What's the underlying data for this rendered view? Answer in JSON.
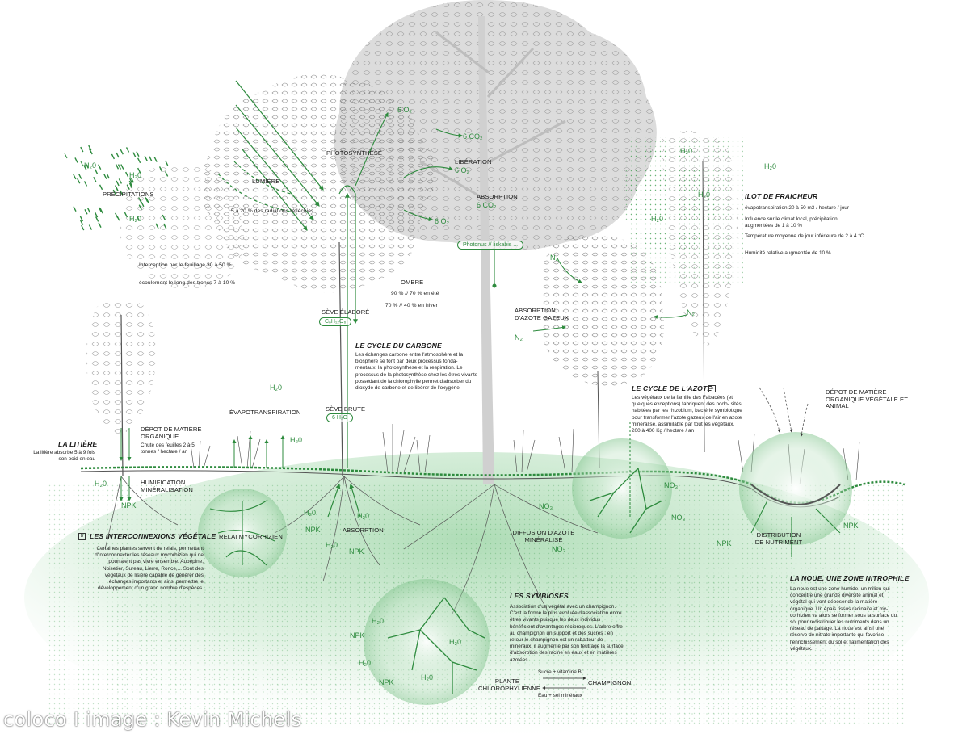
{
  "credit": "coloco I image : Kevin Michels",
  "atmosphere": {
    "photosynthese": "PHOTOSYNTHÈSE",
    "lumiere": "LUMIÈRE",
    "radiations": "5 à 20 % des radiations réfléchies",
    "precipitations": "PRÉCIPITATIONS",
    "interception": "Interception par le feuillage 30 à 50 %",
    "ecoulement": "écoulement le long des troncs 7 à 10 %",
    "ombre": "OMBRE",
    "ombre_ete": "90 % // 70 % en été",
    "ombre_hiver": "70 % // 40 % en hiver",
    "liberation": "LIBÉRATION",
    "liberation_o2": "6 O₂",
    "absorption": "ABSORPTION",
    "absorption_co2": "6 CO₂",
    "o2_top": "6 O₂",
    "co2_top": "6 CO₂",
    "o2_right": "6 O₂",
    "formula": "Photonus // liskabis ..."
  },
  "seve": {
    "elaboree": "SÈVE ÉLABORÉ",
    "elaboree_formula": "C₆H₁₂O₆",
    "brute": "SÈVE BRUTE",
    "brute_formula": "6 H₂O"
  },
  "water_labels": {
    "h2o": "H₂0"
  },
  "carbon_cycle": {
    "title": "LE CYCLE DU  CARBONE",
    "text": "Les échanges carbone entre l'atmosphère et la biosphère se font par deux processus fonda- mentaux, la photosynthèse et la respiration. Le processus de la photosynthèse chez les êtres vivants possédant de la chlorophylle permet d'absorber du dioxyde de carbone et de libérer de l'oxygène."
  },
  "ilot": {
    "title": "ILOT DE FRAICHEUR",
    "l1": "évapotranspiration 20 à 50 m3 / hectare / jour",
    "l2": "Influence sur le climat local, précipitation augmentées de 1 à 10 %",
    "l3": "Température moyenne de jour inférieure de 2 à 4 °C",
    "l4": "Humidité relative augmentée de 10 %"
  },
  "azote": {
    "absorption": "ABSORPTION D'AZOTE GAZEUX",
    "n2": "N₂",
    "title": "LE CYCLE DE L'AZOTE",
    "tag": "A",
    "text": "Les végétaux de la famille des Fabacées (et quelques exceptions) fabriquent des nodo- sités habitées par les rhizobium, bactérie symbiotique pour transformer l'azote gazeux de l'air en azote minéralisé, assimilable par tout les végétaux. 200 à 400 Kg / hectare / an",
    "diffusion": "DIFFUSION D'AZOTE MINÉRALISÉ",
    "no3": "NO₃"
  },
  "depot_right": "DÉPOT DE MATIÈRE ORGANIQUE VÉGÉTALE ET ANIMAL",
  "litiere": {
    "title": "LA LITIÈRE",
    "text": "La litière absorbe 5 à 9 fois son poid en eau",
    "depot": "DÉPOT DE MATIÈRE ORGANIQUE",
    "chute": "Chute des feuilles 2 à 5 tonnes / hectare / an",
    "humification": "HUMIFICATION MINÉRALISATION",
    "npk": "NPK"
  },
  "evapotranspiration": "ÉVAPOTRANSPIRATION",
  "interconnexions": {
    "tag": "B",
    "title": "LES INTERCONNEXIONS VÉGÉTALE",
    "text": "Certaines plantes servent de relais, permettant d'interconnecter les réseaux mycorhizien qui ne pourraient pas vivre ensemble. Aubépine, Noisetier, Sureau, Lierre, Ronce,... Sont des végétaux de lisière capable de générer des échanges importants et ainsi permettre le développement d'un  grand nombre d'espèces.",
    "relai": "RELAI MYCORHIZIEN"
  },
  "absorption_sol": "ABSORPTION",
  "npk": "NPK",
  "symbioses": {
    "title": "LES SYMBIOSES",
    "text": "Association d'un végétal avec un champignon. C'est la forme la plus évoluée d'association entre êtres vivants puisque les deux individus bénéficient d'avantages réciproques. L'arbre offre au champignon un support et des sucres ; en retour le champignon est un rabatteur de minéraux, il augmente par son feutrage la surface d'absorption des racine en eaux et en matières azotées.",
    "sucre": "Sucre + vitamine B",
    "plante": "PLANTE CHLOROPHYLIENNE",
    "champignon": "CHAMPIGNON",
    "eau": "Eau + sel minéraux"
  },
  "noue": {
    "distribution": "DISTRIBUTION DE NUTRIMENT",
    "title": "LA NOUE, UNE ZONE NITROPHILE",
    "text": "La noue est une zone humide, un milieu qui concentre une grande diversité animal et végétal qui vont déposer de la matière organique. Un épais tissus racinaire et my- corhizien va alors se former sous la surface du sol pour redistribuer les nutriments dans un réseau de partage. La noue est ainsi une réserve de nitrate importante qui favorise l'enrichissement du sol et l'alimentation des végétaux."
  },
  "colors": {
    "accent": "#2e8b3e",
    "soil": "#4caa5a",
    "canopy": "#c9c9c9",
    "ink": "#1a1a1a"
  }
}
